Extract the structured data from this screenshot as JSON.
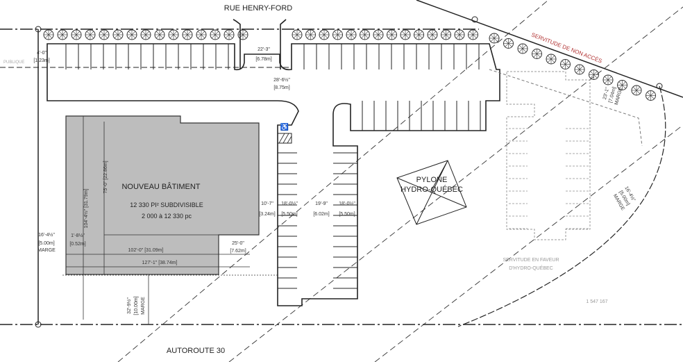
{
  "streets": {
    "north": "RUE HENRY-FORD",
    "south": "AUTOROUTE 30"
  },
  "building": {
    "title": "NOUVEAU BÂTIMENT",
    "area": "12 330 PI²  SUBDIVISIBLE",
    "range": "2 000 à 12 330 pc",
    "fill": "#bdbdbd"
  },
  "pylon": {
    "line1": "PYLONE",
    "line2": "HYDRO-QUÉBEC"
  },
  "easements": {
    "no_access": "SERVITUDE DE NON ACCÈS",
    "no_access_color": "#b03030",
    "hydro_line1": "SERVITUDE EN FAVEUR",
    "hydro_line2": "D'HYDRO-QUÉBEC"
  },
  "lot_number": "1 547 167",
  "left_label": "PUBLIQUE",
  "dimensions": {
    "entrance": [
      "22'-3\"",
      "[6.78m]"
    ],
    "aisle_top": [
      "28'-6½\"",
      "[8.75m]"
    ],
    "left_margin": [
      "16'-4½\"",
      "[5.00m]",
      "MARGE"
    ],
    "offset": [
      "1'-8½\"",
      "[0.52m]"
    ],
    "width_inner": "102'-0\" [31.09m]",
    "width_total": "127'-1\" [38.74m]",
    "loading": [
      "25'-0\"",
      "[7.62m]"
    ],
    "depth_total": "104'-4½\" [31.79m]",
    "depth_inner": "75'-0\" [22.86m]",
    "row1": [
      "10'-7\"",
      "[3.24m]"
    ],
    "row2": [
      "18'-0½\"",
      "[5.50m]"
    ],
    "row3": [
      "19'-9\"",
      "[6.02m]"
    ],
    "row4": [
      "18'-0½\"",
      "[5.50m]"
    ],
    "front_margin": [
      "32'-9½\"",
      "[10.00m]",
      "MARGE"
    ],
    "top_left": [
      "4'-0\"",
      "[1.23m]"
    ],
    "ne_margin": [
      "23'-1\"",
      "[7.04m]",
      "MARGE"
    ],
    "east_margin": [
      "16'-4½\"",
      "[5.00m]",
      "MARGE"
    ]
  }
}
